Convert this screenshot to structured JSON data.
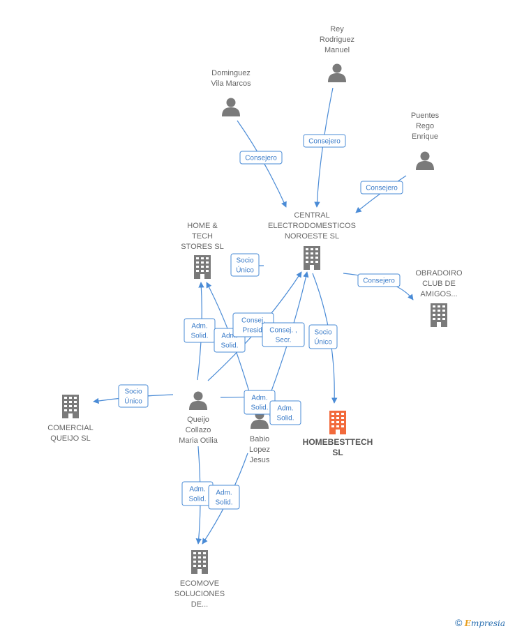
{
  "nodes": [
    {
      "id": "rey",
      "type": "person",
      "lines": [
        "Rey",
        "Rodriguez",
        "Manuel"
      ]
    },
    {
      "id": "dominguez",
      "type": "person",
      "lines": [
        "Dominguez",
        "Vila Marcos"
      ]
    },
    {
      "id": "puentes",
      "type": "person",
      "lines": [
        "Puentes",
        "Rego",
        "Enrique"
      ]
    },
    {
      "id": "central",
      "type": "company",
      "lines": [
        "CENTRAL",
        "ELECTRODOMESTICOS",
        "NOROESTE SL"
      ]
    },
    {
      "id": "hometech",
      "type": "company",
      "lines": [
        "HOME &",
        "TECH",
        "STORES  SL"
      ]
    },
    {
      "id": "obradoiro",
      "type": "company",
      "lines": [
        "OBRADOIRO",
        "CLUB DE",
        "AMIGOS..."
      ]
    },
    {
      "id": "comercial",
      "type": "company",
      "lines": [
        "COMERCIAL",
        "QUEIJO  SL"
      ]
    },
    {
      "id": "queijo",
      "type": "person",
      "lines": [
        "Queijo",
        "Collazo",
        "Maria Otilia"
      ]
    },
    {
      "id": "babio",
      "type": "person",
      "lines": [
        "Babio",
        "Lopez",
        "Jesus"
      ]
    },
    {
      "id": "homebest",
      "type": "company",
      "highlight": true,
      "lines": [
        "HOMEBESTTECH",
        "SL"
      ]
    },
    {
      "id": "ecomove",
      "type": "company",
      "lines": [
        "ECOMOVE",
        "SOLUCIONES",
        "DE..."
      ]
    }
  ],
  "edges": [
    {
      "id": "e1",
      "lines": [
        "Consejero"
      ]
    },
    {
      "id": "e2",
      "lines": [
        "Consejero"
      ]
    },
    {
      "id": "e3",
      "lines": [
        "Consejero"
      ]
    },
    {
      "id": "e4",
      "lines": [
        "Socio",
        "Único"
      ]
    },
    {
      "id": "e5",
      "lines": [
        "Consejero"
      ]
    },
    {
      "id": "e6",
      "lines": [
        "Socio",
        "Único"
      ]
    },
    {
      "id": "e7",
      "lines": [
        "Adm.",
        "Solid."
      ]
    },
    {
      "id": "e8",
      "lines": [
        "Adm.",
        "Solid."
      ]
    },
    {
      "id": "e9",
      "lines": [
        "Consej.",
        "Presid."
      ]
    },
    {
      "id": "e10",
      "lines": [
        "Consej. ,",
        "Secr."
      ]
    },
    {
      "id": "e11",
      "lines": [
        "Socio",
        "Único"
      ]
    },
    {
      "id": "e12",
      "lines": [
        "Adm.",
        "Solid."
      ]
    },
    {
      "id": "e13",
      "lines": [
        "Adm.",
        "Solid."
      ]
    },
    {
      "id": "e14",
      "lines": [
        "Adm.",
        "Solid."
      ]
    },
    {
      "id": "e15",
      "lines": [
        "Adm.",
        "Solid."
      ]
    }
  ],
  "colors": {
    "edge": "#4a8bd6",
    "node": "#7a7a7a",
    "highlight": "#f26a3c"
  },
  "footer": {
    "copyright": "©",
    "brand_first": "E",
    "brand_rest": "mpresia"
  }
}
